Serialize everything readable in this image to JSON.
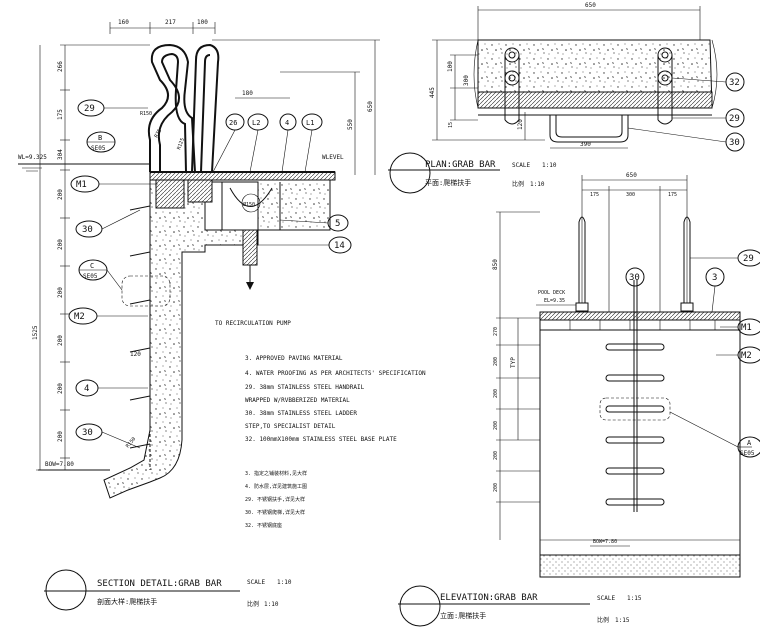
{
  "section": {
    "title": "SECTION DETAIL:GRAB BAR",
    "title_cn": "剖面大样:爬梯扶手",
    "scale_label": "SCALE",
    "scale_value": "1:10",
    "scale_cn": "比例",
    "scale_cn_value": "1:10",
    "top_dims": [
      "160",
      "217",
      "100"
    ],
    "left_dims": [
      "266",
      "175",
      "304",
      "200",
      "200",
      "200",
      "200",
      "200",
      "200"
    ],
    "total_left": "1525",
    "right_dims": [
      "550",
      "650",
      "180"
    ],
    "wl_level": "WL=9.325",
    "wlevel": "WLEVEL",
    "bow_level": "BOW=7.80",
    "bend_labels": [
      "R150",
      "R75",
      "R125",
      "R150",
      "Ø150"
    ],
    "dim_120": "120",
    "callouts": [
      "29",
      "26",
      "L2",
      "4",
      "L1",
      "M1",
      "30",
      "5",
      "14",
      "M2",
      "4",
      "30"
    ],
    "section_marks": [
      {
        "num": "B",
        "sheet": "SE05"
      },
      {
        "num": "C",
        "sheet": "SE05"
      }
    ],
    "pump_note": "TO RECIRCULATION PUMP",
    "notes_en": [
      "3.  APPROVED PAVING MATERIAL",
      "4.  WATER PROOFING AS PER ARCHITECTS' SPECIFICATION",
      "29.  38mm   STAINLESS STEEL HANDRAIL",
      "     WRAPPED W/RVBBERIZED MATERIAL",
      "30. 38mm   STAINLESS STEEL LADDER",
      "     STEP,TO SPECIALIST DETAIL",
      "32. 100mmX100mm STAINLESS STEEL BASE PLATE"
    ],
    "notes_cn": [
      "3.  指定之铺装材料,见大样",
      "4.  防水层,详见建筑施工图",
      "29.  不锈钢扶手,详见大样",
      "30.  不锈钢爬梯,详见大样",
      "32.  不锈钢底座"
    ]
  },
  "plan": {
    "title": "PLAN:GRAB BAR",
    "title_cn": "平面:爬梯扶手",
    "scale_label": "SCALE",
    "scale_value": "1:10",
    "scale_cn": "比例",
    "scale_cn_value": "1:10",
    "dims": [
      "650",
      "445",
      "100",
      "300",
      "15",
      "120",
      "390"
    ],
    "callouts": [
      "32",
      "29",
      "30"
    ]
  },
  "elevation": {
    "title": "ELEVATION:GRAB BAR",
    "title_cn": "立面:爬梯扶手",
    "scale_label": "SCALE",
    "scale_value": "1:15",
    "scale_cn": "比例",
    "scale_cn_value": "1:15",
    "top_dims": [
      "650",
      "175",
      "300",
      "175"
    ],
    "left_dims": [
      "850",
      "270",
      "200",
      "200",
      "200",
      "200",
      "200"
    ],
    "typ": "TYP",
    "pool_deck": "POOL DECK",
    "pool_deck_el": "EL=9.35",
    "bow_level": "BOW=7.80",
    "callouts": [
      "30",
      "3",
      "29",
      "M1",
      "M2"
    ],
    "section_mark": {
      "num": "A",
      "sheet": "SE05"
    }
  }
}
